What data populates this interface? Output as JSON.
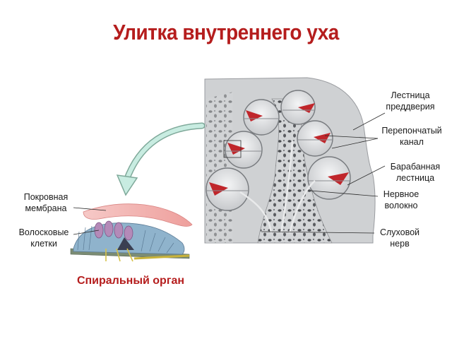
{
  "title": "Улитка внутреннего уха",
  "labels": {
    "vestibular_scale": "Лестница\nпреддверия",
    "membranous_canal": "Перепончатый\nканал",
    "tympanic_scale": "Барабанная\nлестница",
    "nerve_fiber": "Нервное\nволокно",
    "auditory_nerve": "Слуховой\nнерв",
    "tectorial_membrane": "Покровная\nмембрана",
    "hair_cells": "Волосковые\nклетки"
  },
  "caption": "Спиральный орган",
  "colors": {
    "title": "#b51d1d",
    "caption": "#b51d1d",
    "bone": "#c9cbcd",
    "membrane": "#f3b6b4",
    "duct": "#c0262b",
    "arrow": "#9fd6c6"
  }
}
